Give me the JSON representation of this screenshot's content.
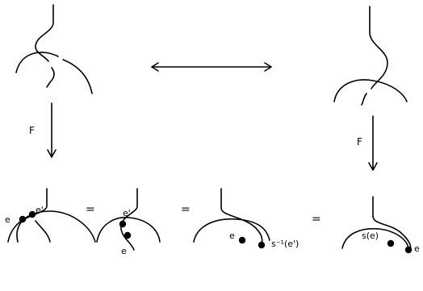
{
  "labels": {
    "functor_left": "F",
    "functor_right": "F",
    "equals_1": "=",
    "equals_2": "=",
    "equals_3": "=",
    "p1_e": "e",
    "p1_eprime": "e'",
    "p2_eprime": "e'",
    "p2_e": "e",
    "p3_e": "e",
    "p3_inverse": "s⁻¹(e')",
    "p4_se": "s(e)",
    "p4_e": "e"
  }
}
